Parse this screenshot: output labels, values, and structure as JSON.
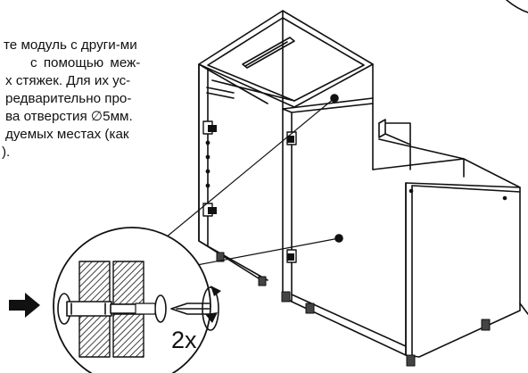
{
  "instruction": {
    "lines": [
      "те модуль с други-ми",
      "с  помощью  меж-",
      "х стяжек. Для их ус-",
      "редварительно  про-",
      "ва отверстия ∅5мм.",
      "дуемых местах (как",
      ")."
    ]
  },
  "detail": {
    "multiplier": "2x"
  },
  "icons": {
    "arrow": "push-arrow-icon",
    "rotation": "rotate-arrow-icon",
    "screwdriver": "screwdriver-icon",
    "connector": "connector-screw-icon"
  }
}
